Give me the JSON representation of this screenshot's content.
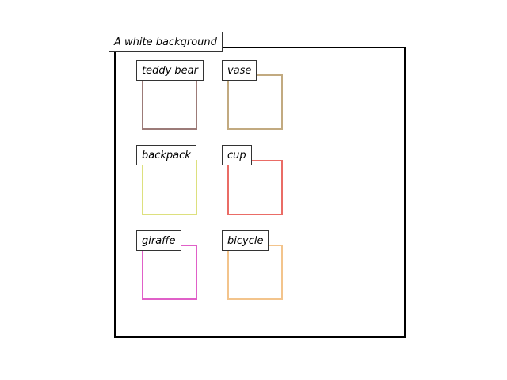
{
  "caption": "A white background",
  "objects": [
    {
      "label": "teddy bear",
      "color": "#9c7b78"
    },
    {
      "label": "vase",
      "color": "#c2aa80"
    },
    {
      "label": "backpack",
      "color": "#dde07e"
    },
    {
      "label": "cup",
      "color": "#ea6c66"
    },
    {
      "label": "giraffe",
      "color": "#e060c8"
    },
    {
      "label": "bicycle",
      "color": "#f3c48c"
    }
  ]
}
